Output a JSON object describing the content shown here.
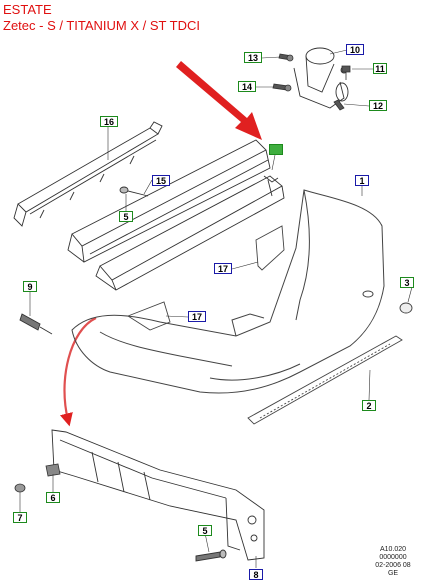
{
  "header": {
    "title_line1": "ESTATE",
    "title_line2": "Zetec - S / TITANIUM X / ST TDCI"
  },
  "footer": {
    "ref_code": "A10.020",
    "ref_number": "0000000",
    "date": "02-2006 08",
    "region": "GE"
  },
  "callouts": [
    {
      "id": "1",
      "text": "1",
      "style": "blue"
    },
    {
      "id": "2",
      "text": "2",
      "style": "green"
    },
    {
      "id": "3",
      "text": "3",
      "style": "green"
    },
    {
      "id": "5a",
      "text": "5",
      "style": "green"
    },
    {
      "id": "5b",
      "text": "5",
      "style": "green"
    },
    {
      "id": "6",
      "text": "6",
      "style": "green"
    },
    {
      "id": "7",
      "text": "7",
      "style": "green"
    },
    {
      "id": "8",
      "text": "8",
      "style": "blue"
    },
    {
      "id": "9",
      "text": "9",
      "style": "green"
    },
    {
      "id": "10",
      "text": "10",
      "style": "blue"
    },
    {
      "id": "11",
      "text": "11",
      "style": "green"
    },
    {
      "id": "12",
      "text": "12",
      "style": "green"
    },
    {
      "id": "13",
      "text": "13",
      "style": "green"
    },
    {
      "id": "14",
      "text": "14",
      "style": "green"
    },
    {
      "id": "15",
      "text": "15",
      "style": "blue"
    },
    {
      "id": "16",
      "text": "16",
      "style": "green"
    },
    {
      "id": "17a",
      "text": "17",
      "style": "blue"
    },
    {
      "id": "17b",
      "text": "17",
      "style": "blue"
    },
    {
      "id": "blank",
      "text": "",
      "style": "green-fill"
    }
  ],
  "colors": {
    "title": "#e01010",
    "arrow": "#e02020",
    "blue_box": "#1a1aa8",
    "green_box": "#1d8a1d",
    "highlight": "#3fae3f"
  }
}
